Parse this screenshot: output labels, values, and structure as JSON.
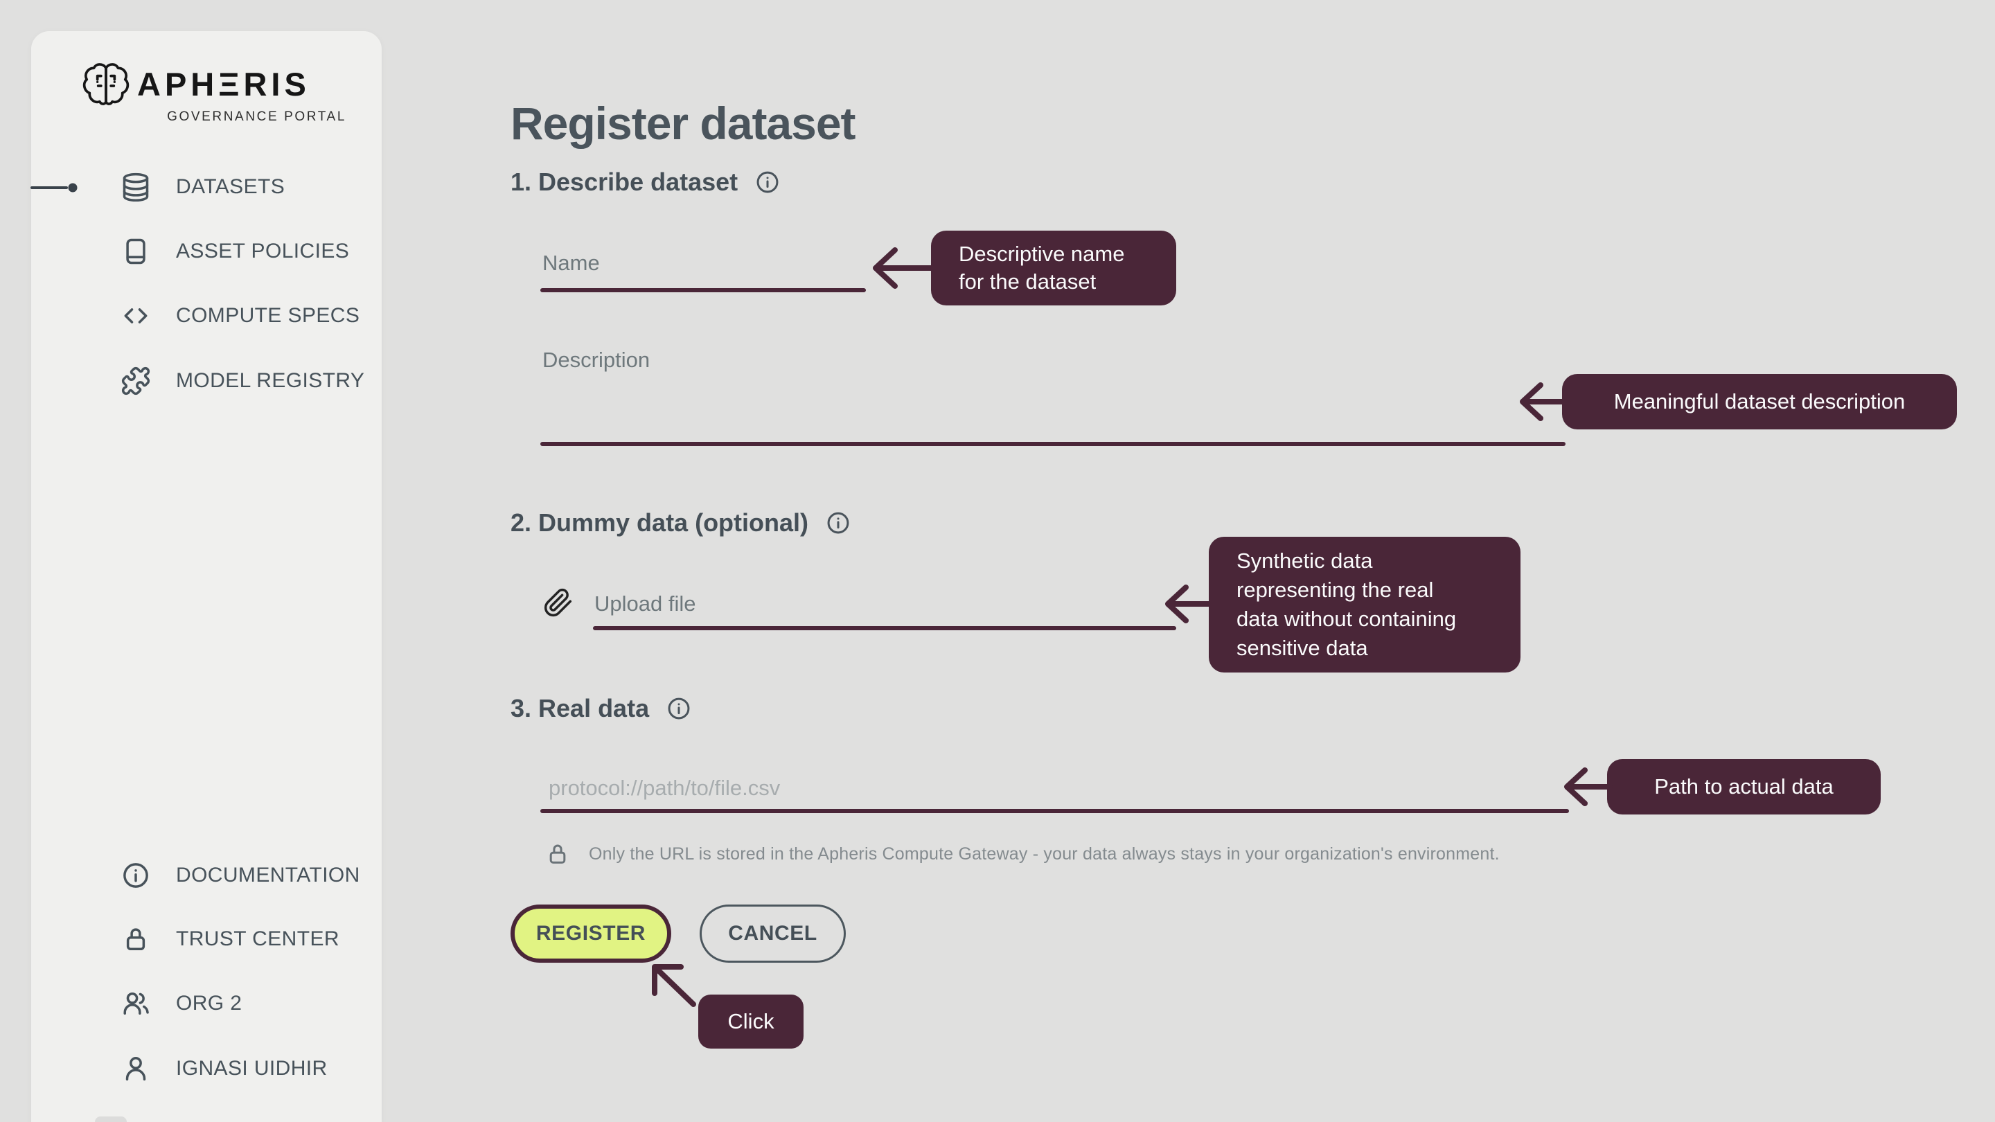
{
  "colors": {
    "plum": "#4a2638",
    "lime": "#e1f383",
    "page-bg": "#e0e0df",
    "card-bg": "#f0f0ee",
    "ink": "#47525a",
    "label": "#6e787c",
    "placeholder": "#a7acae",
    "note": "#848b8f",
    "logo-ink": "#161616"
  },
  "brand": {
    "wordmark": "APHΞRIS",
    "subtitle": "GOVERNANCE PORTAL"
  },
  "sidebar": {
    "nav": [
      {
        "label": "DATASETS",
        "icon": "database"
      },
      {
        "label": "ASSET POLICIES",
        "icon": "book"
      },
      {
        "label": "COMPUTE SPECS",
        "icon": "code"
      },
      {
        "label": "MODEL REGISTRY",
        "icon": "puzzle"
      }
    ],
    "footer_nav": [
      {
        "label": "DOCUMENTATION",
        "icon": "info-circle"
      },
      {
        "label": "TRUST CENTER",
        "icon": "lock"
      },
      {
        "label": "ORG 2",
        "icon": "users"
      },
      {
        "label": "IGNASI UIDHIR",
        "icon": "user"
      }
    ]
  },
  "main": {
    "title": "Register dataset",
    "section1": {
      "heading": "1. Describe dataset",
      "info_icon": "info-circle",
      "name_label": "Name",
      "description_label": "Description"
    },
    "section2": {
      "heading": "2. Dummy data (optional)",
      "info_icon": "info-circle",
      "upload_icon": "paperclip",
      "upload_label": "Upload file"
    },
    "section3": {
      "heading": "3. Real data",
      "info_icon": "info-circle",
      "path_placeholder": "protocol://path/to/file.csv",
      "note_icon": "lock",
      "privacy_note": "Only the URL is stored in the Apheris Compute Gateway - your data always stays in your organization's environment."
    },
    "register_label": "REGISTER",
    "cancel_label": "CANCEL"
  },
  "annotations": {
    "name": "Descriptive name\nfor the dataset",
    "description": "Meaningful dataset description",
    "dummy": "Synthetic data\nrepresenting the real\ndata without containing\nsensitive data",
    "real": "Path to actual data",
    "click": "Click"
  }
}
